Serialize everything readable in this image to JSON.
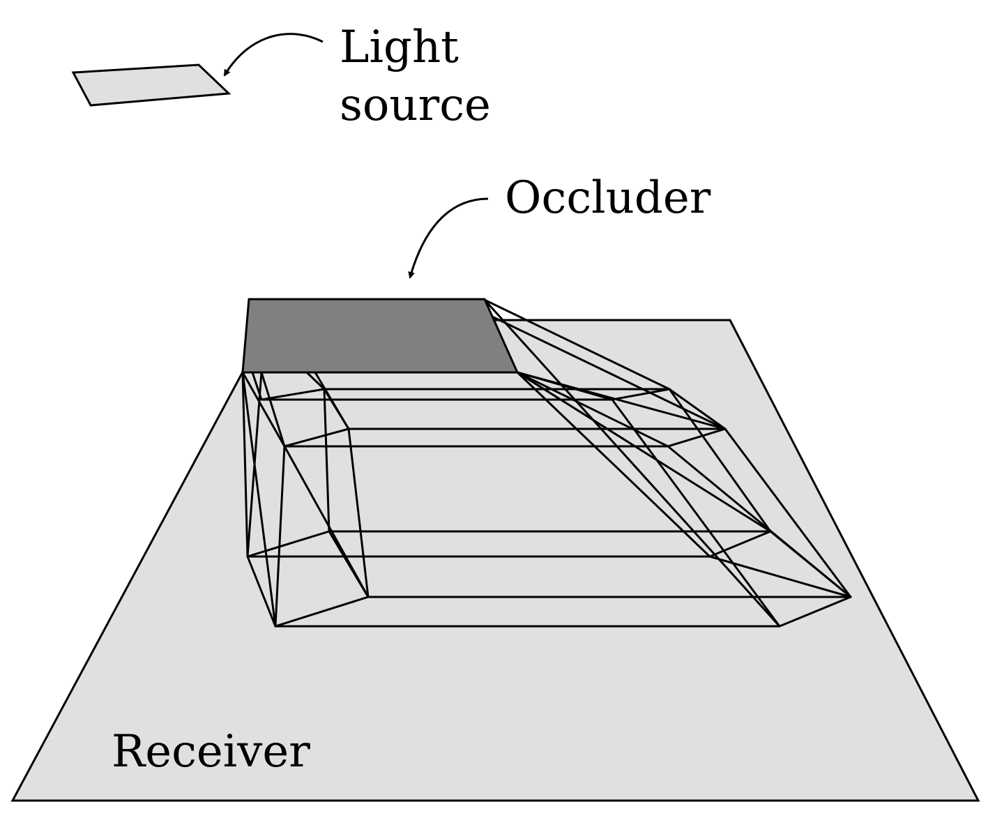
{
  "labels": {
    "light_line1": "Light",
    "light_line2": "source",
    "occluder": "Occluder",
    "receiver": "Receiver"
  },
  "colors": {
    "receiver_fill": "#e0e0e0",
    "light_fill": "#e0e0e0",
    "occluder_fill": "#808080",
    "stroke": "#000000"
  }
}
